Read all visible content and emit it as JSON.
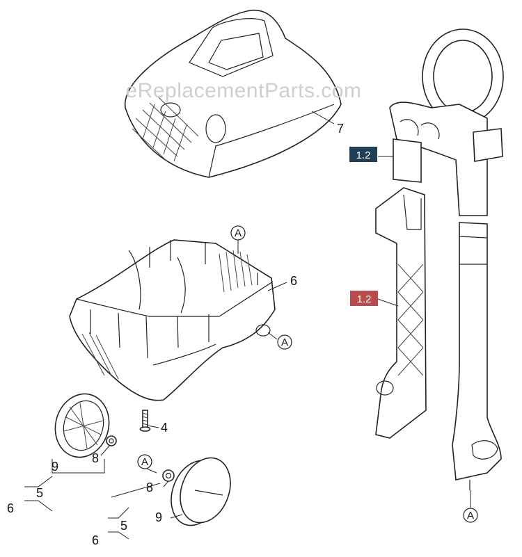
{
  "watermark": "eReplacementParts.com",
  "callouts": {
    "c7": "7",
    "c6_body": "6",
    "c4": "4",
    "c8_front": "8",
    "c9_front": "9",
    "c5_front": "5",
    "c6_front": "6",
    "c8_rear": "8",
    "c9_rear": "9",
    "c5_rear": "5",
    "c6_rear": "6"
  },
  "references": {
    "a_body_top": "A",
    "a_body_side": "A",
    "a_wheel": "A",
    "a_handle": "A"
  },
  "tags": {
    "tag_top": {
      "label": "1.2",
      "color": "#1f3f57"
    },
    "tag_mid": {
      "label": "1.2",
      "color": "#b84c4c"
    }
  }
}
